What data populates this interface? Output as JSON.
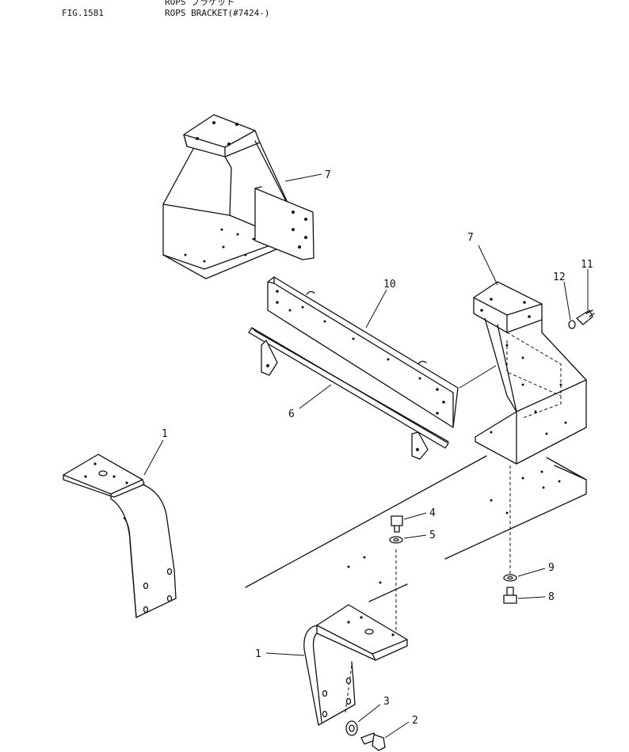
{
  "header": {
    "fig_number": "FIG.1581",
    "title_jp": "ROPS ブラケット",
    "title_en": "ROPS BRACKET(#7424-)"
  },
  "callouts": [
    {
      "id": "c7a",
      "label": "7"
    },
    {
      "id": "c7b",
      "label": "7"
    },
    {
      "id": "c10",
      "label": "10"
    },
    {
      "id": "c12",
      "label": "12"
    },
    {
      "id": "c11",
      "label": "11"
    },
    {
      "id": "c6",
      "label": "6"
    },
    {
      "id": "c1a",
      "label": "1"
    },
    {
      "id": "c4",
      "label": "4"
    },
    {
      "id": "c5",
      "label": "5"
    },
    {
      "id": "c9",
      "label": "9"
    },
    {
      "id": "c8",
      "label": "8"
    },
    {
      "id": "c1b",
      "label": "1"
    },
    {
      "id": "c3",
      "label": "3"
    },
    {
      "id": "c2",
      "label": "2"
    }
  ]
}
